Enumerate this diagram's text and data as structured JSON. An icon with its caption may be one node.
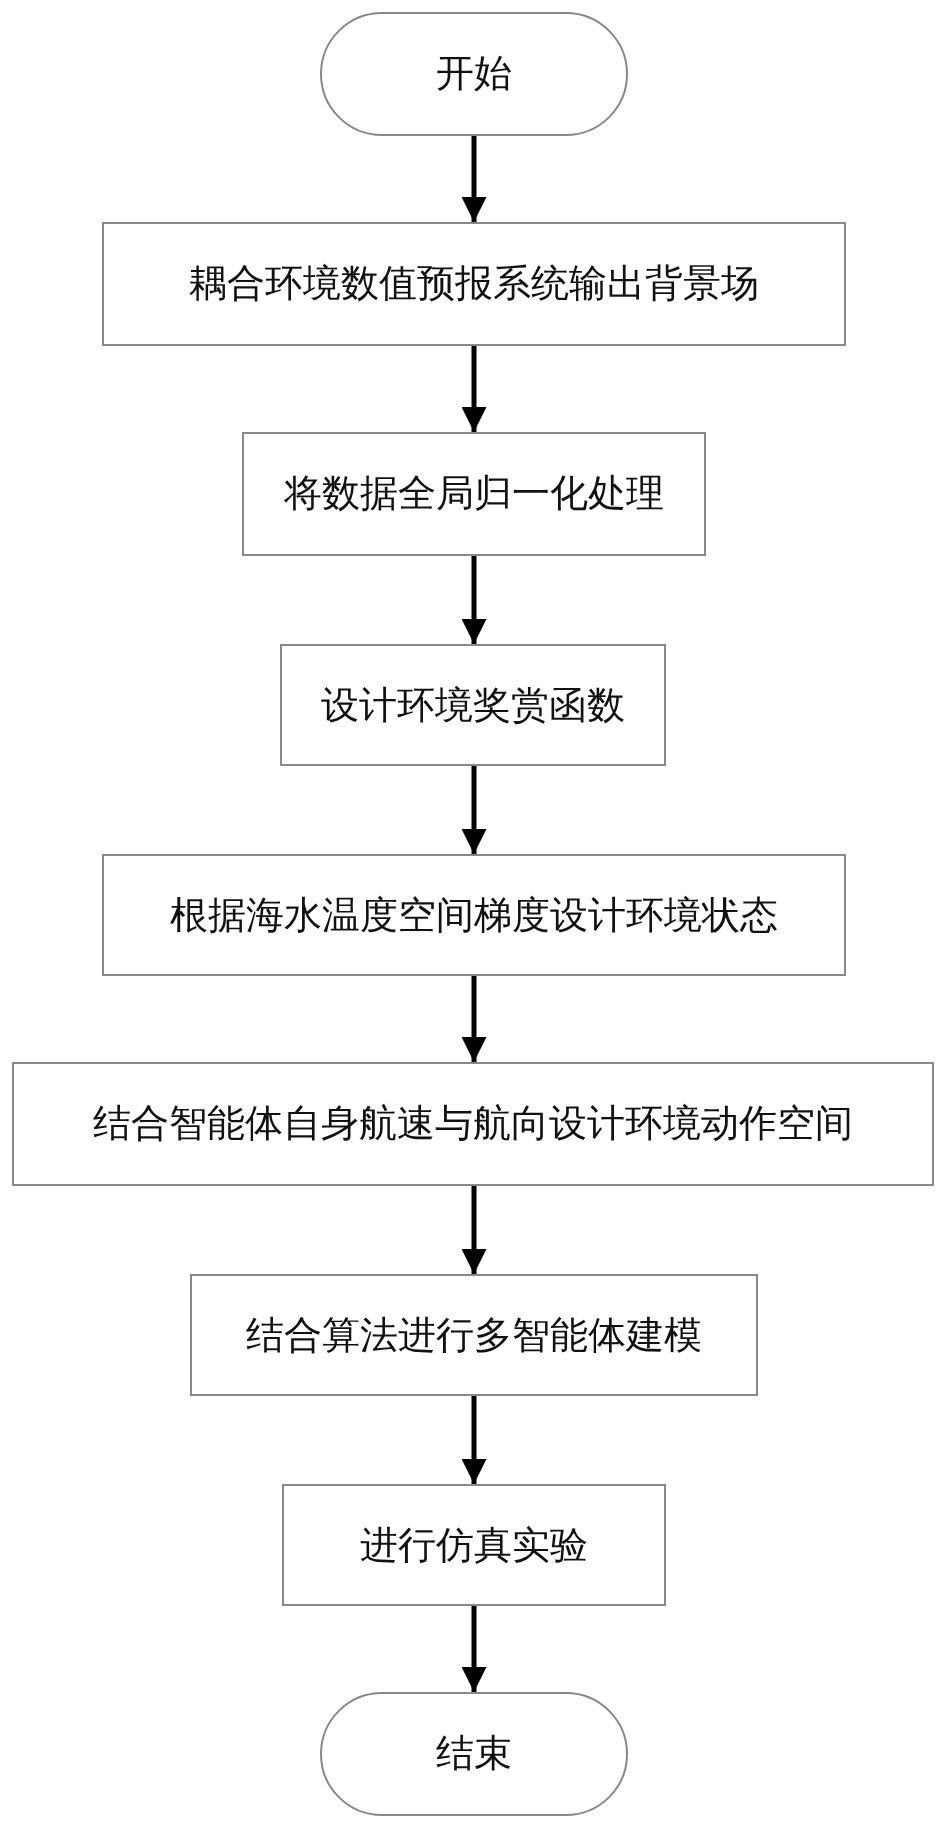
{
  "diagram": {
    "nodes": [
      {
        "text": [
          "开始"
        ]
      },
      {
        "text": [
          "耦合环境数值预报系统输出背景场"
        ]
      },
      {
        "text": [
          "将数据全局归一化处理"
        ]
      },
      {
        "text": [
          "设计环境奖赏函数"
        ]
      },
      {
        "text": [
          "根据海水温度空间梯度设计环境状态"
        ]
      },
      {
        "text": [
          "结合智能体自身航速与航向设计环境动作空间"
        ]
      },
      {
        "text": [
          "结合算法进行多智能体建模"
        ]
      },
      {
        "text": [
          "进行仿真实验"
        ]
      },
      {
        "text": [
          "结束"
        ]
      }
    ],
    "edges": [
      {
        "from": 0,
        "to": 1,
        "arrow": "to"
      },
      {
        "from": 1,
        "to": 2,
        "arrow": "to"
      },
      {
        "from": 2,
        "to": 3,
        "arrow": "to"
      },
      {
        "from": 3,
        "to": 4,
        "arrow": "to"
      },
      {
        "from": 4,
        "to": 5,
        "arrow": "to"
      },
      {
        "from": 5,
        "to": 6,
        "arrow": "to"
      },
      {
        "from": 6,
        "to": 7,
        "arrow": "to"
      },
      {
        "from": 7,
        "to": 8,
        "arrow": "to"
      }
    ]
  }
}
